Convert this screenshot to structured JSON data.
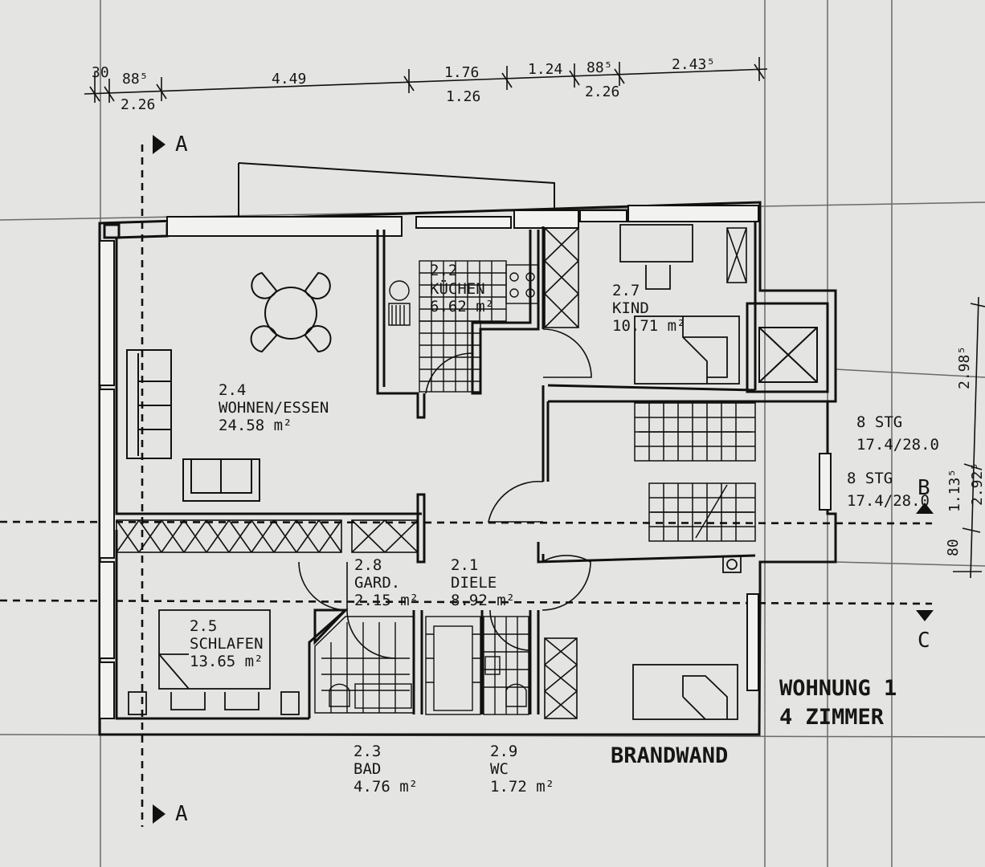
{
  "dimensions": {
    "top_upper": [
      "30",
      "88⁵",
      "4.49",
      "1.76",
      "1.24",
      "88⁵",
      "2.43⁵"
    ],
    "top_lower": [
      "2.26",
      "1.26",
      "2.26"
    ],
    "right_side": [
      "2.98⁵",
      "1.13⁵",
      "2.92⁵",
      "80"
    ]
  },
  "rooms": [
    {
      "num": "2.4",
      "name": "WOHNEN/ESSEN",
      "area": "24.58  m²"
    },
    {
      "num": "2.2",
      "name": "KÜCHEN",
      "area": "6.62  m²"
    },
    {
      "num": "2.7",
      "name": "KIND",
      "area": "10.71  m²"
    },
    {
      "num": "2.8",
      "name": "GARD.",
      "area": "2.15  m²"
    },
    {
      "num": "2.1",
      "name": "DIELE",
      "area": "8.92  m²"
    },
    {
      "num": "2.5",
      "name": "SCHLAFEN",
      "area": "13.65  m²"
    },
    {
      "num": "2.3",
      "name": "BAD",
      "area": "4.76  m²"
    },
    {
      "num": "2.9",
      "name": "WC",
      "area": "1.72  m²"
    }
  ],
  "stairs": [
    {
      "count": "8  STG",
      "ratio": "17.4/28.0"
    },
    {
      "count": "8  STG",
      "ratio": "17.4/28.0"
    }
  ],
  "section_marks": {
    "a_top": "A",
    "a_bottom": "A",
    "b": "B",
    "c": "C"
  },
  "apartment": {
    "line1": "WOHNUNG 1",
    "line2": "4  ZIMMER"
  },
  "wall_label": "BRANDWAND"
}
